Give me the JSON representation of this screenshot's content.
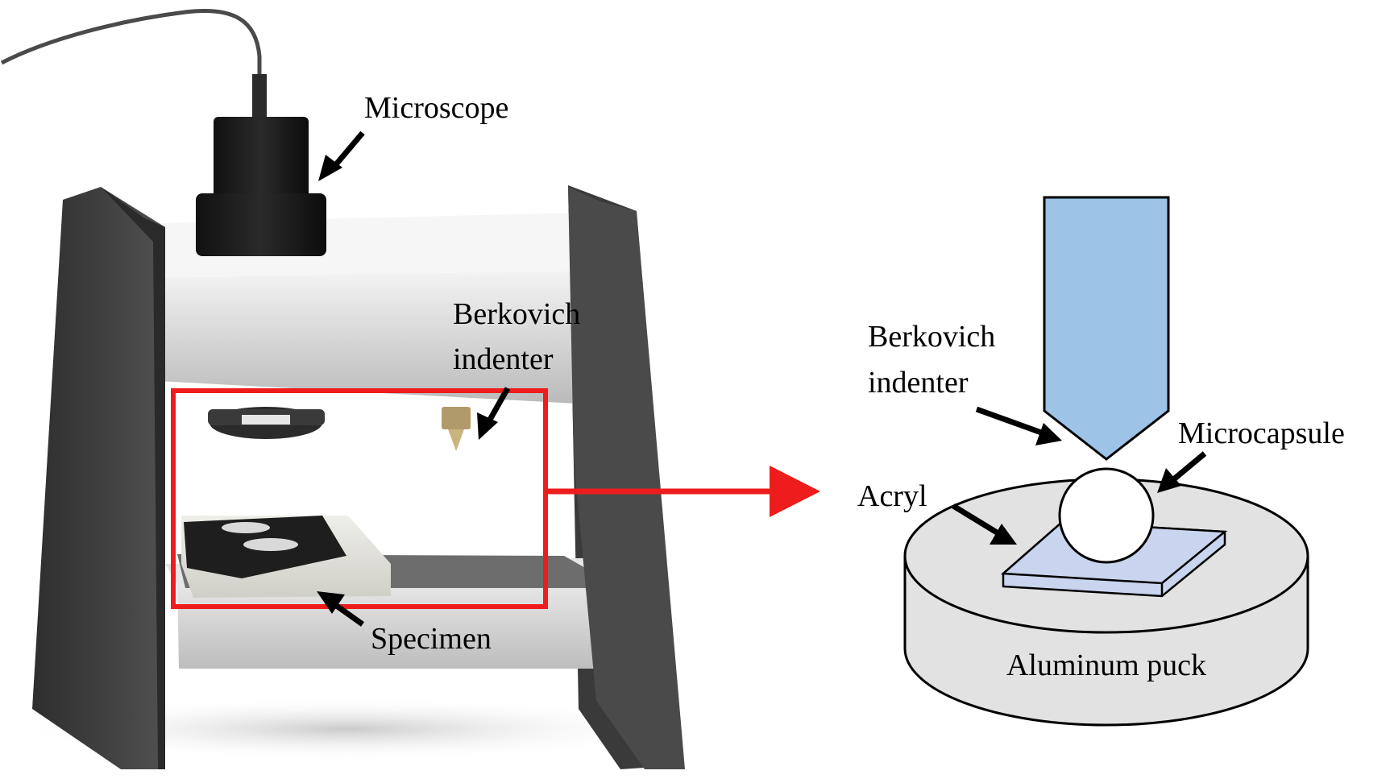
{
  "left_panel": {
    "labels": {
      "microscope": "Microscope",
      "berkovich_line1": "Berkovich",
      "berkovich_line2": "indenter",
      "specimen": "Specimen"
    }
  },
  "right_panel": {
    "labels": {
      "berkovich_line1": "Berkovich",
      "berkovich_line2": "indenter",
      "microcapsule": "Microcapsule",
      "acryl": "Acryl",
      "aluminum_puck": "Aluminum puck"
    }
  },
  "colors": {
    "highlight_box": "#ee1c1c",
    "indenter_fill": "#9dc3e6",
    "acryl_fill": "#c9d5ee",
    "puck_fill": "#e2e2e2",
    "frame_dark": "#3c3c3c",
    "frame_light": "#d8d8d8"
  }
}
